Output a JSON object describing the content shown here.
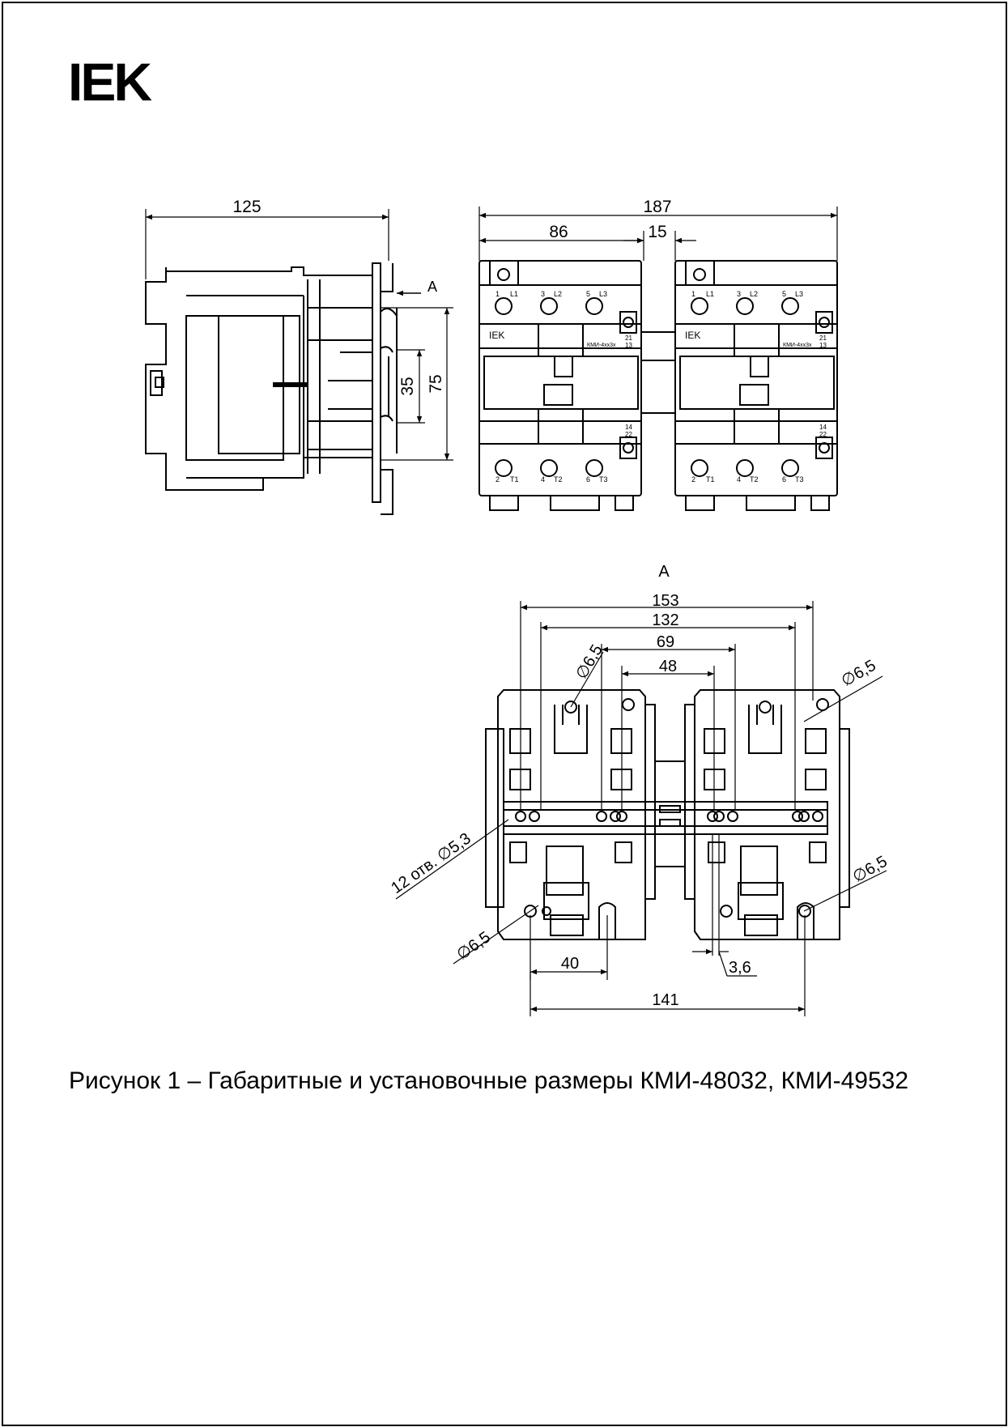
{
  "logo": {
    "text": "IEK"
  },
  "caption": "Рисунок 1 – Габаритные и установочные размеры КМИ-48032, КМИ-49532",
  "side_view": {
    "dim_width": "125",
    "view_marker": "A",
    "dim_35": "35",
    "dim_75": "75"
  },
  "front_view": {
    "dim_total": "187",
    "dim_unit": "86",
    "dim_gap": "15",
    "brand": "IEK",
    "model": "КМИ-4хх3х",
    "top_terminals": [
      "1",
      "L1",
      "3",
      "L2",
      "5",
      "L3"
    ],
    "bottom_terminals": [
      "2",
      "T1",
      "4",
      "T2",
      "6",
      "T3"
    ],
    "aux_top": [
      "21",
      "13"
    ],
    "aux_bottom": [
      "14",
      "22"
    ]
  },
  "rear_view": {
    "title": "A",
    "dims": [
      "153",
      "132",
      "69",
      "48",
      "40",
      "141",
      "3,6"
    ],
    "hole_d": "∅6,5",
    "holes_note": "12 отв. ∅5,3"
  }
}
